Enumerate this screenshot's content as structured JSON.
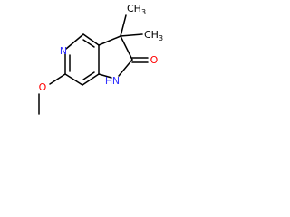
{
  "structure": {
    "atom_labels": {
      "ring_nitrogen": "N",
      "amide_nitrogen": "N",
      "amide_hydrogen": "H",
      "carbonyl_oxygen": "O",
      "ether_oxygen": "O",
      "methyl_top": "CH",
      "methyl_top_subscript": "3",
      "methyl_right": "CH",
      "methyl_right_subscript": "3"
    },
    "colors": {
      "nitrogen": "#3333ff",
      "oxygen": "#ff0000",
      "carbon": "#000000",
      "bond": "#000000"
    }
  }
}
